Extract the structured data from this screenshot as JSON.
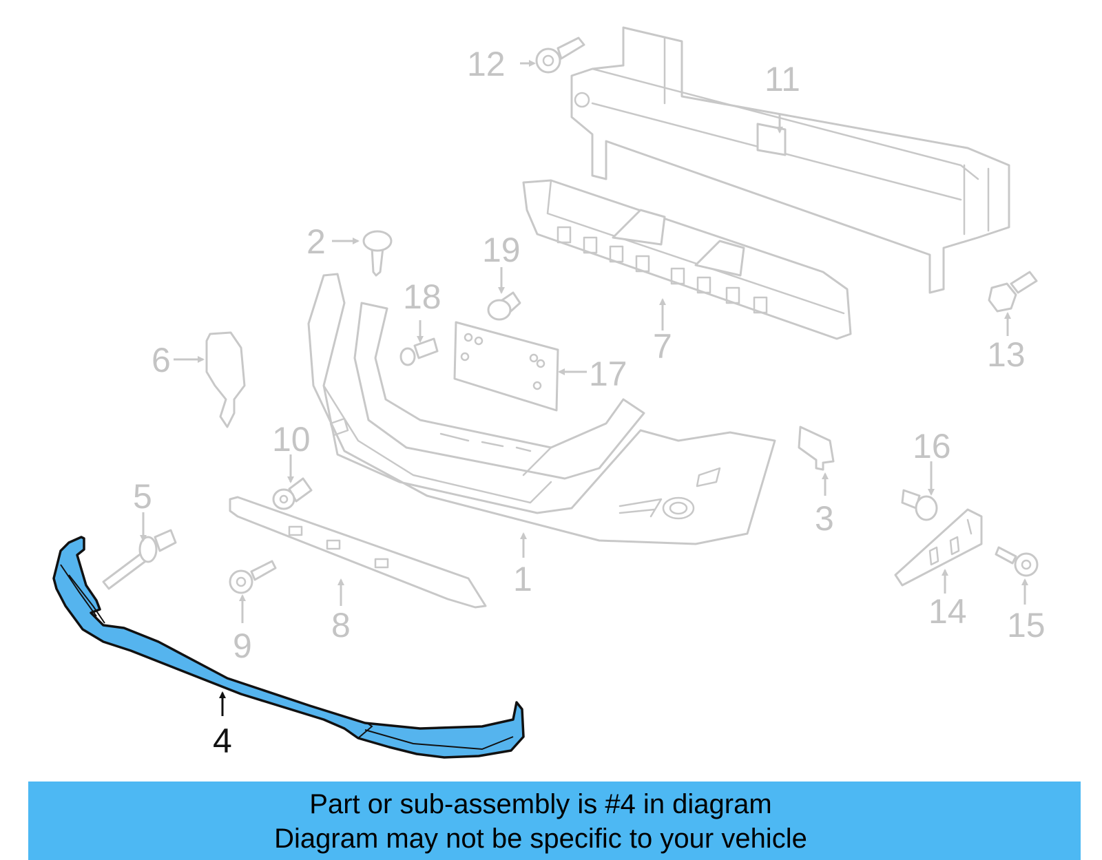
{
  "callouts": {
    "c1": "1",
    "c2": "2",
    "c3": "3",
    "c4": "4",
    "c5": "5",
    "c6": "6",
    "c7": "7",
    "c8": "8",
    "c9": "9",
    "c10": "10",
    "c11": "11",
    "c12": "12",
    "c13": "13",
    "c14": "14",
    "c15": "15",
    "c16": "16",
    "c17": "17",
    "c18": "18",
    "c19": "19"
  },
  "highlighted_part": "4",
  "colors": {
    "highlight": "#55b4ee",
    "banner": "#4db8f3",
    "part_outline": "#c8c8c8"
  },
  "banner": {
    "line1": "Part or sub-assembly is #4 in diagram",
    "line2": "Diagram may not be specific to your vehicle"
  }
}
